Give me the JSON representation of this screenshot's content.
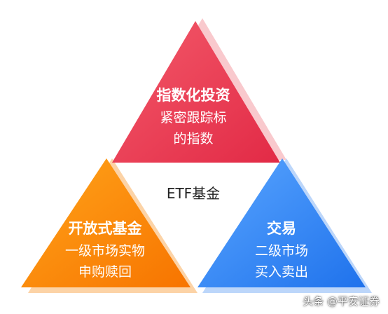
{
  "colors": {
    "top_start": "#f35a6a",
    "top_end": "#e22a46",
    "left_start": "#ffa41a",
    "left_end": "#f77400",
    "right_start": "#5aa6ff",
    "right_end": "#1f72ec",
    "shadow_top": "#f9c9cd",
    "shadow_left": "#fcd3a6",
    "shadow_right": "#bcd6fa"
  },
  "diagram": {
    "center_label": "ETF基金",
    "top": {
      "title": "指数化投资",
      "line1": "紧密跟踪标",
      "line2": "的指数"
    },
    "left": {
      "title": "开放式基金",
      "line1": "一级市场实物",
      "line2": "申购赎回"
    },
    "right": {
      "title": "交易",
      "line1": "二级市场",
      "line2": "买入卖出"
    }
  },
  "watermark": {
    "text": "头条 @平安证券"
  }
}
